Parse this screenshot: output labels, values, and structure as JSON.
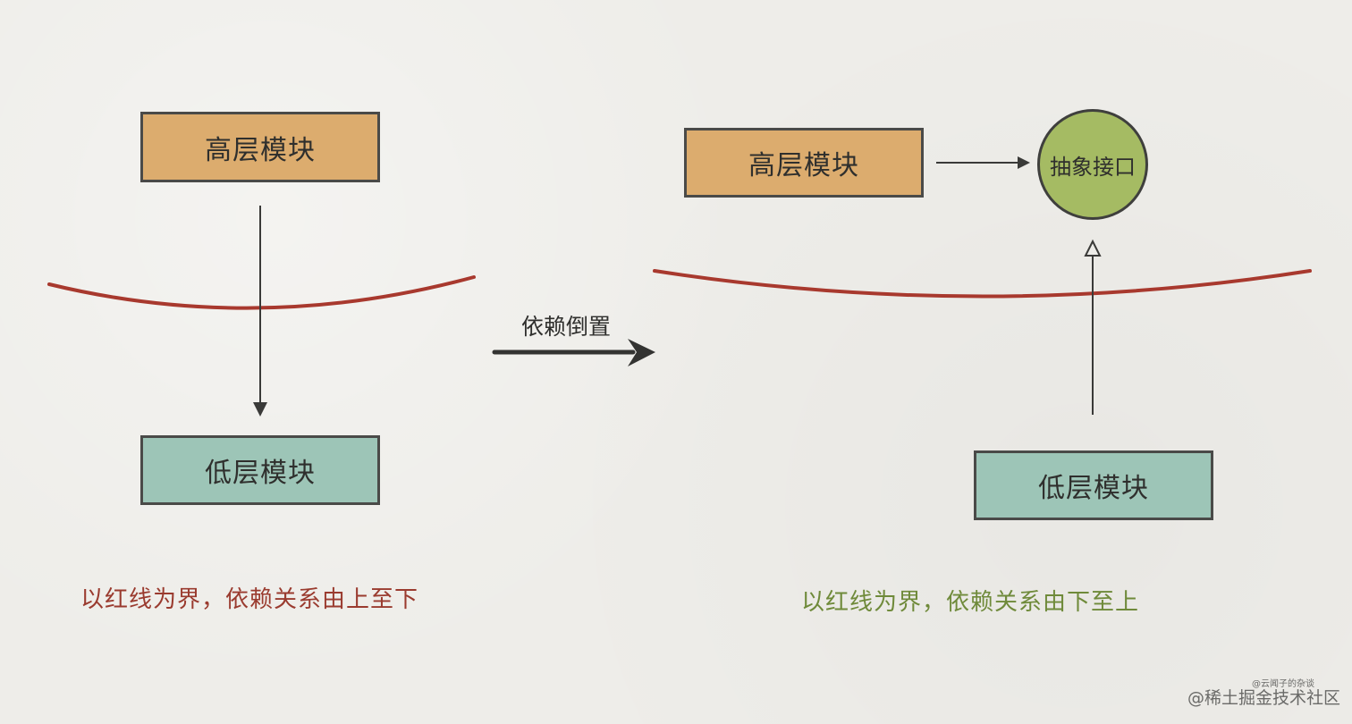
{
  "left": {
    "high_module": "高层模块",
    "low_module": "低层模块",
    "caption": "以红线为界，依赖关系由上至下"
  },
  "middle": {
    "transform_label": "依赖倒置"
  },
  "right": {
    "high_module": "高层模块",
    "interface": "抽象接口",
    "low_module": "低层模块",
    "caption": "以红线为界，依赖关系由下至上"
  },
  "watermark": {
    "author": "@云闻子的杂谈",
    "site": "@稀土掘金技术社区"
  },
  "colors": {
    "high_module": "#dcac6e",
    "low_module": "#9dc5b7",
    "interface": "#a5bb63",
    "boundary_line": "#a8392e",
    "left_caption": "#9a3b2f",
    "right_caption": "#6f8a3a"
  }
}
